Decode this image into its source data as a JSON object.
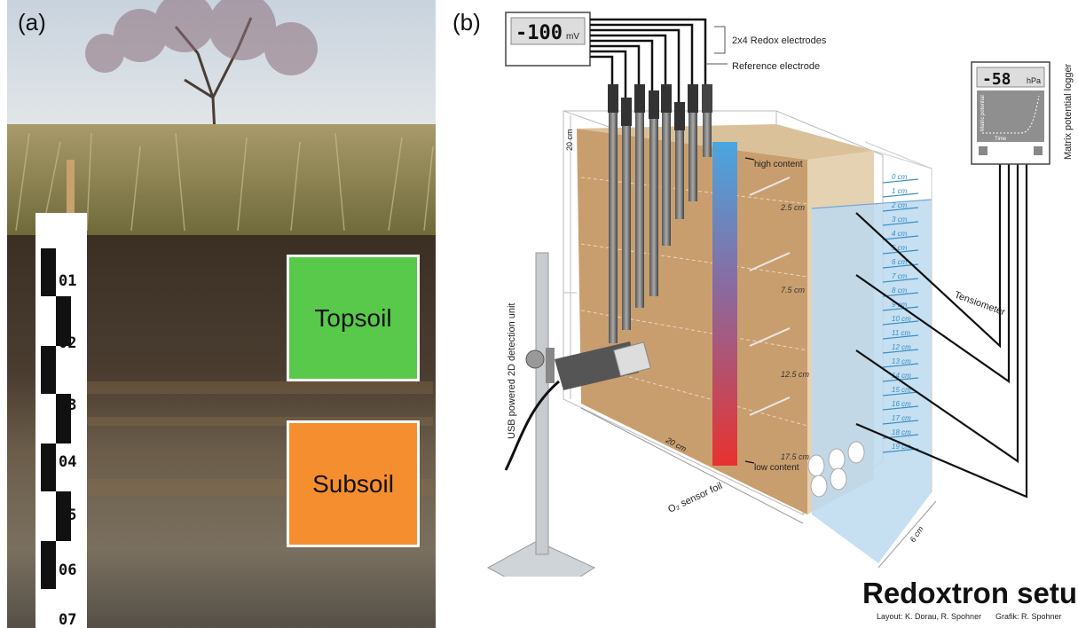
{
  "panel_a": {
    "label": "(a)",
    "topsoil_label": "Topsoil",
    "subsoil_label": "Subsoil",
    "colors": {
      "topsoil": "#58c94a",
      "subsoil": "#f58e2f"
    },
    "scale_marks": [
      "01",
      "02",
      "03",
      "04",
      "05",
      "06",
      "07"
    ]
  },
  "panel_b": {
    "label": "(b)",
    "meter_reading": "-100",
    "meter_unit": "mV",
    "redox_label": "2x4 Redox electrodes",
    "reference_label": "Reference electrode",
    "logger_reading": "-58",
    "logger_unit": "hPa",
    "logger_label": "Matrix potential logger",
    "logger_y_label": "Matric potential",
    "logger_x_label": "Time",
    "tensiometer_label": "Tensiometer",
    "high_content": "high content",
    "low_content": "low content",
    "o2_foil": "O₂ sensor foil",
    "usb_unit": "USB powered 2D detection unit",
    "dim_height": "20 cm",
    "dim_width": "20 cm",
    "dim_depth": "6 cm",
    "depth_marks": [
      "2.5 cm",
      "7.5 cm",
      "12.5 cm",
      "17.5 cm"
    ],
    "water_scale": [
      "0 cm",
      "1 cm",
      "2 cm",
      "3 cm",
      "4 cm",
      "5 cm",
      "6 cm",
      "7 cm",
      "8 cm",
      "9 cm",
      "10 cm",
      "11 cm",
      "12 cm",
      "13 cm",
      "14 cm",
      "15 cm",
      "16 cm",
      "17 cm",
      "18 cm",
      "19 cm"
    ],
    "title": "Redoxtron setup",
    "credit_layout": "Layout: K. Dorau, R. Spohner",
    "credit_graphic": "Grafik: R. Spohner"
  }
}
